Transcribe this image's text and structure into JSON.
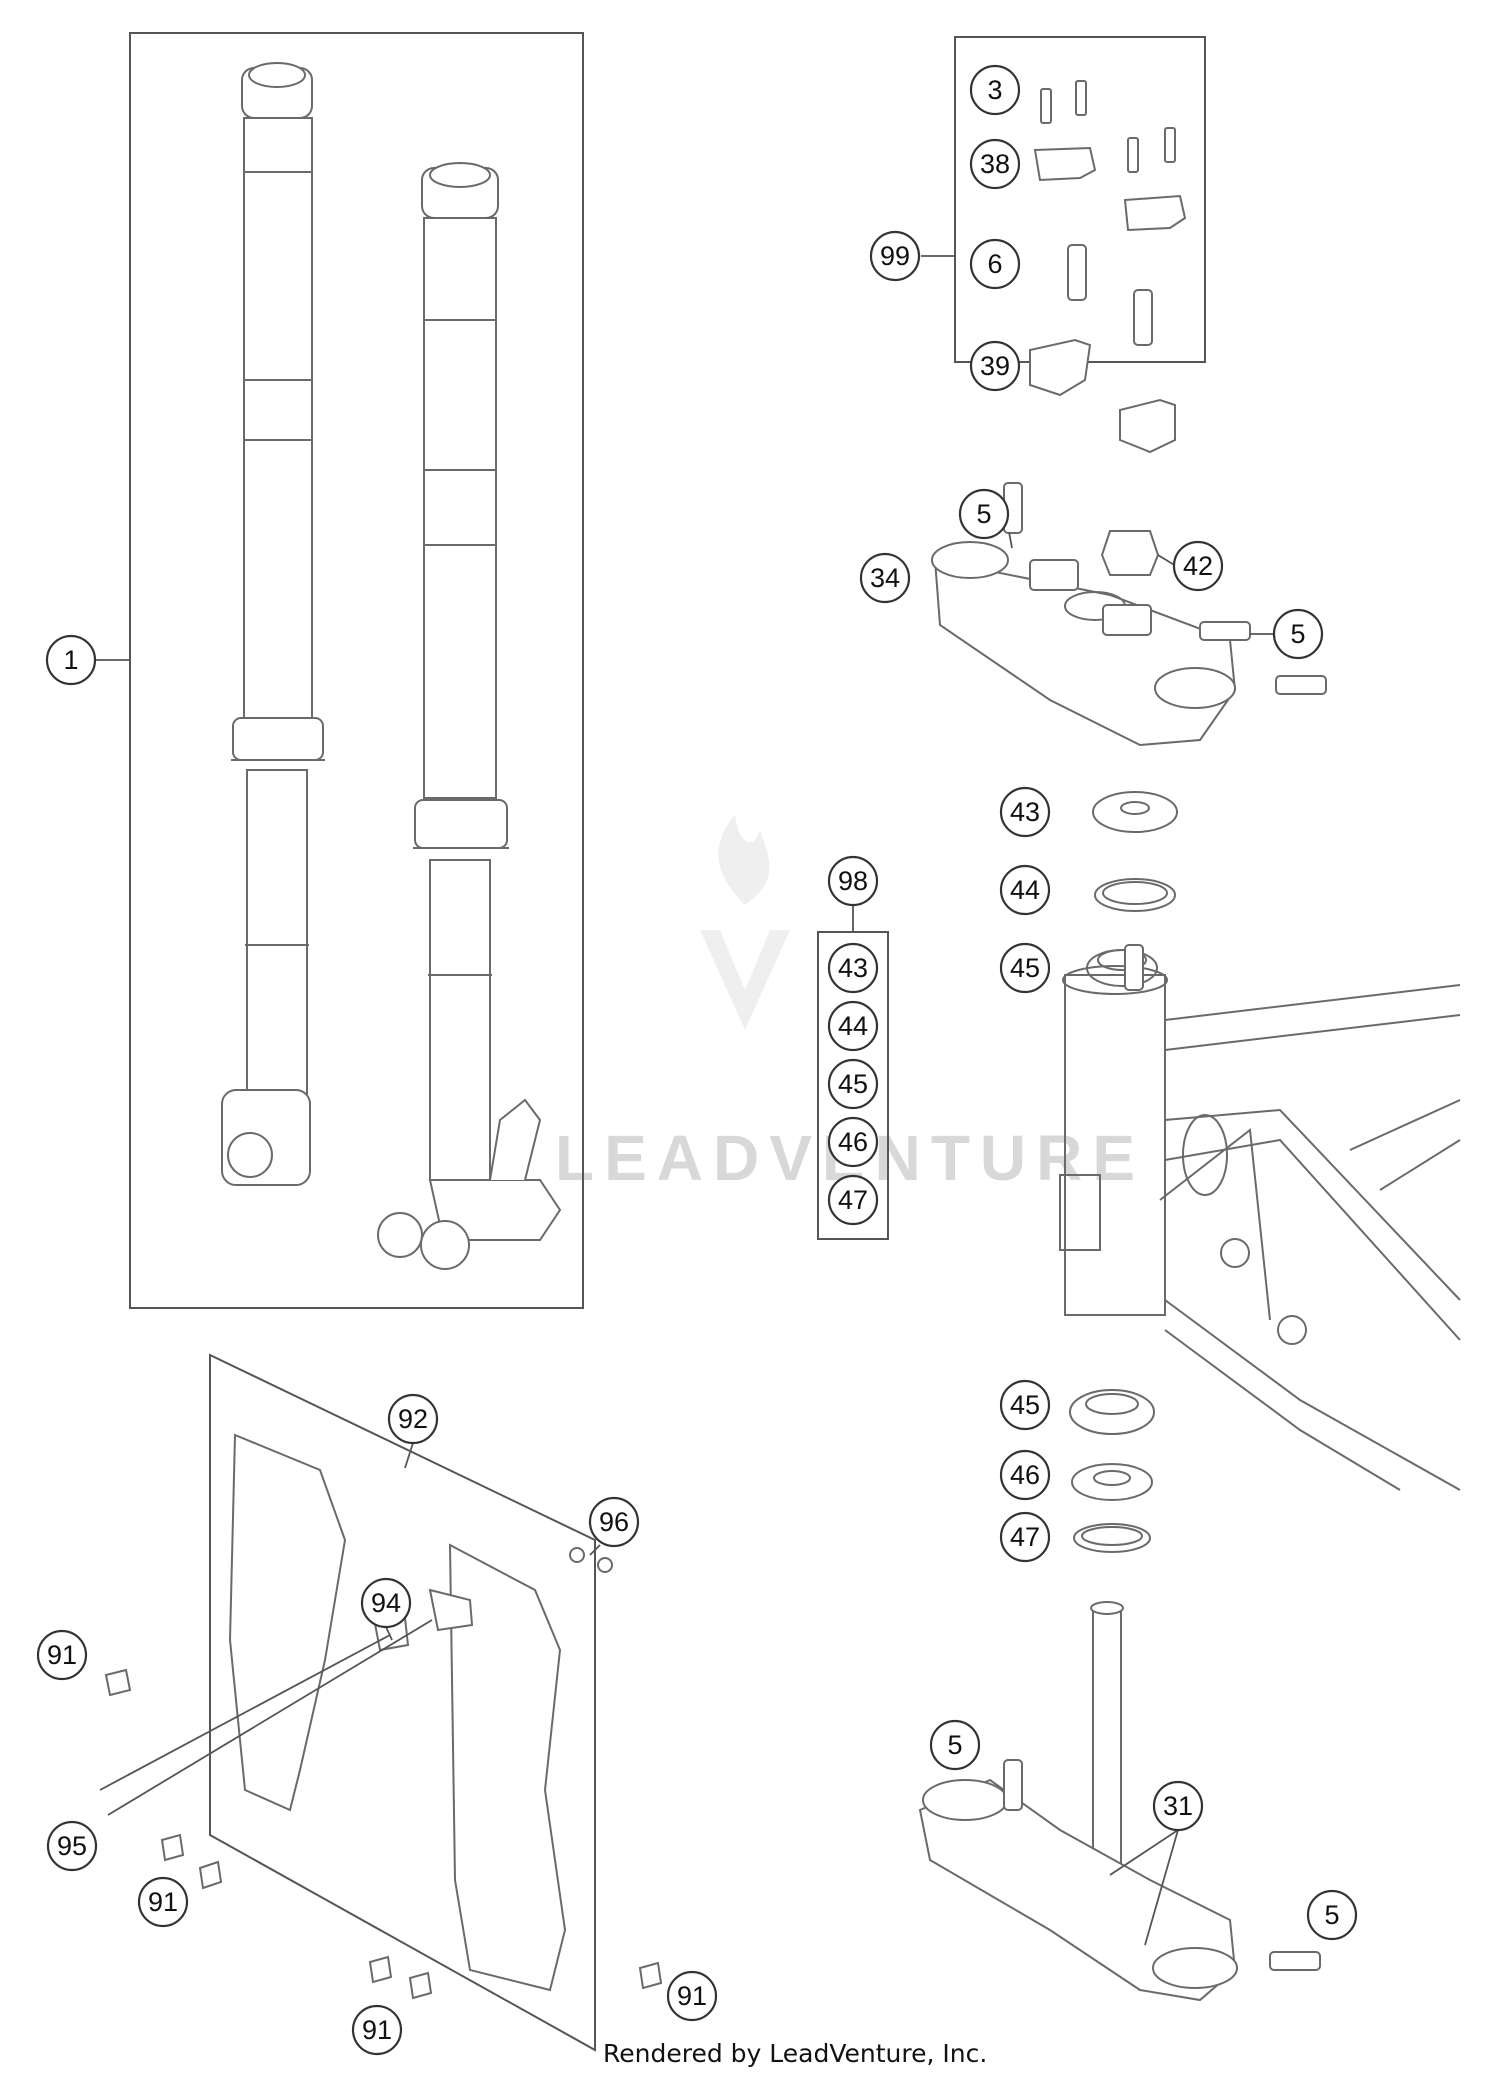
{
  "diagram": {
    "credit": "Rendered by LeadVenture, Inc.",
    "watermark": "LEADVENTURE",
    "callouts": {
      "fork_assembly": "1",
      "screw_top_kit": "3",
      "clamp_bolt_upper": "5",
      "clamp_bolt_side": "5",
      "clamp_bolt_lower": "5",
      "clamp_bolt_right": "5",
      "screw_kit_6": "6",
      "triple_clamp_lower": "31",
      "triple_clamp_upper": "34",
      "handlebar_clamp_top": "38",
      "handlebar_clamp_base": "39",
      "nut": "42",
      "bearing_cover_top": "43",
      "seal_ring_top": "44",
      "bearing_top": "45",
      "bearing_bottom": "45",
      "seal_bottom": "46",
      "ring_bottom": "47",
      "kit_bearing": "98",
      "kit_bearing_43": "43",
      "kit_bearing_44": "44",
      "kit_bearing_45": "45",
      "kit_bearing_46": "46",
      "kit_bearing_47": "47",
      "handlebar_kit": "99",
      "fork_guard": "92",
      "guard_bracket": "94",
      "guard_screw_sleeve": "95",
      "guard_nut": "96",
      "guard_screw_a": "91",
      "guard_screw_b": "91",
      "guard_screw_c": "91",
      "guard_screw_d": "91"
    }
  }
}
